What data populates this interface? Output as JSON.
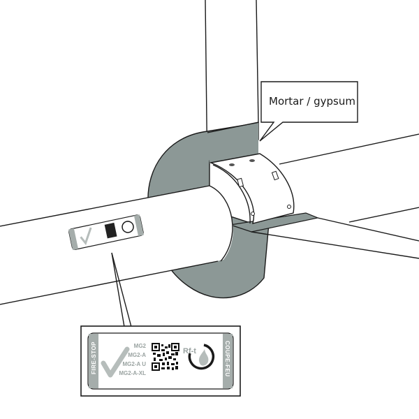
{
  "diagram": {
    "title": "Fire-stop collar pipe penetration through wall",
    "callout": {
      "label": "Mortar / gypsum"
    },
    "label_tag": {
      "left_band": "FIRE-STOP",
      "right_band": "COUPE-FEU",
      "models": [
        "MG2",
        "MG2-A",
        "MG2-A U",
        "MG2-A-XL"
      ],
      "logo_text": "Rf-t",
      "icons": [
        "checkmark-icon",
        "qr-code-icon",
        "fire-ring-logo-icon"
      ]
    },
    "colors": {
      "fill_grey": "#8c9896",
      "line": "#1a1a1a",
      "tag_text": "#9aa3a1",
      "band_grey": "#a5adab"
    }
  }
}
